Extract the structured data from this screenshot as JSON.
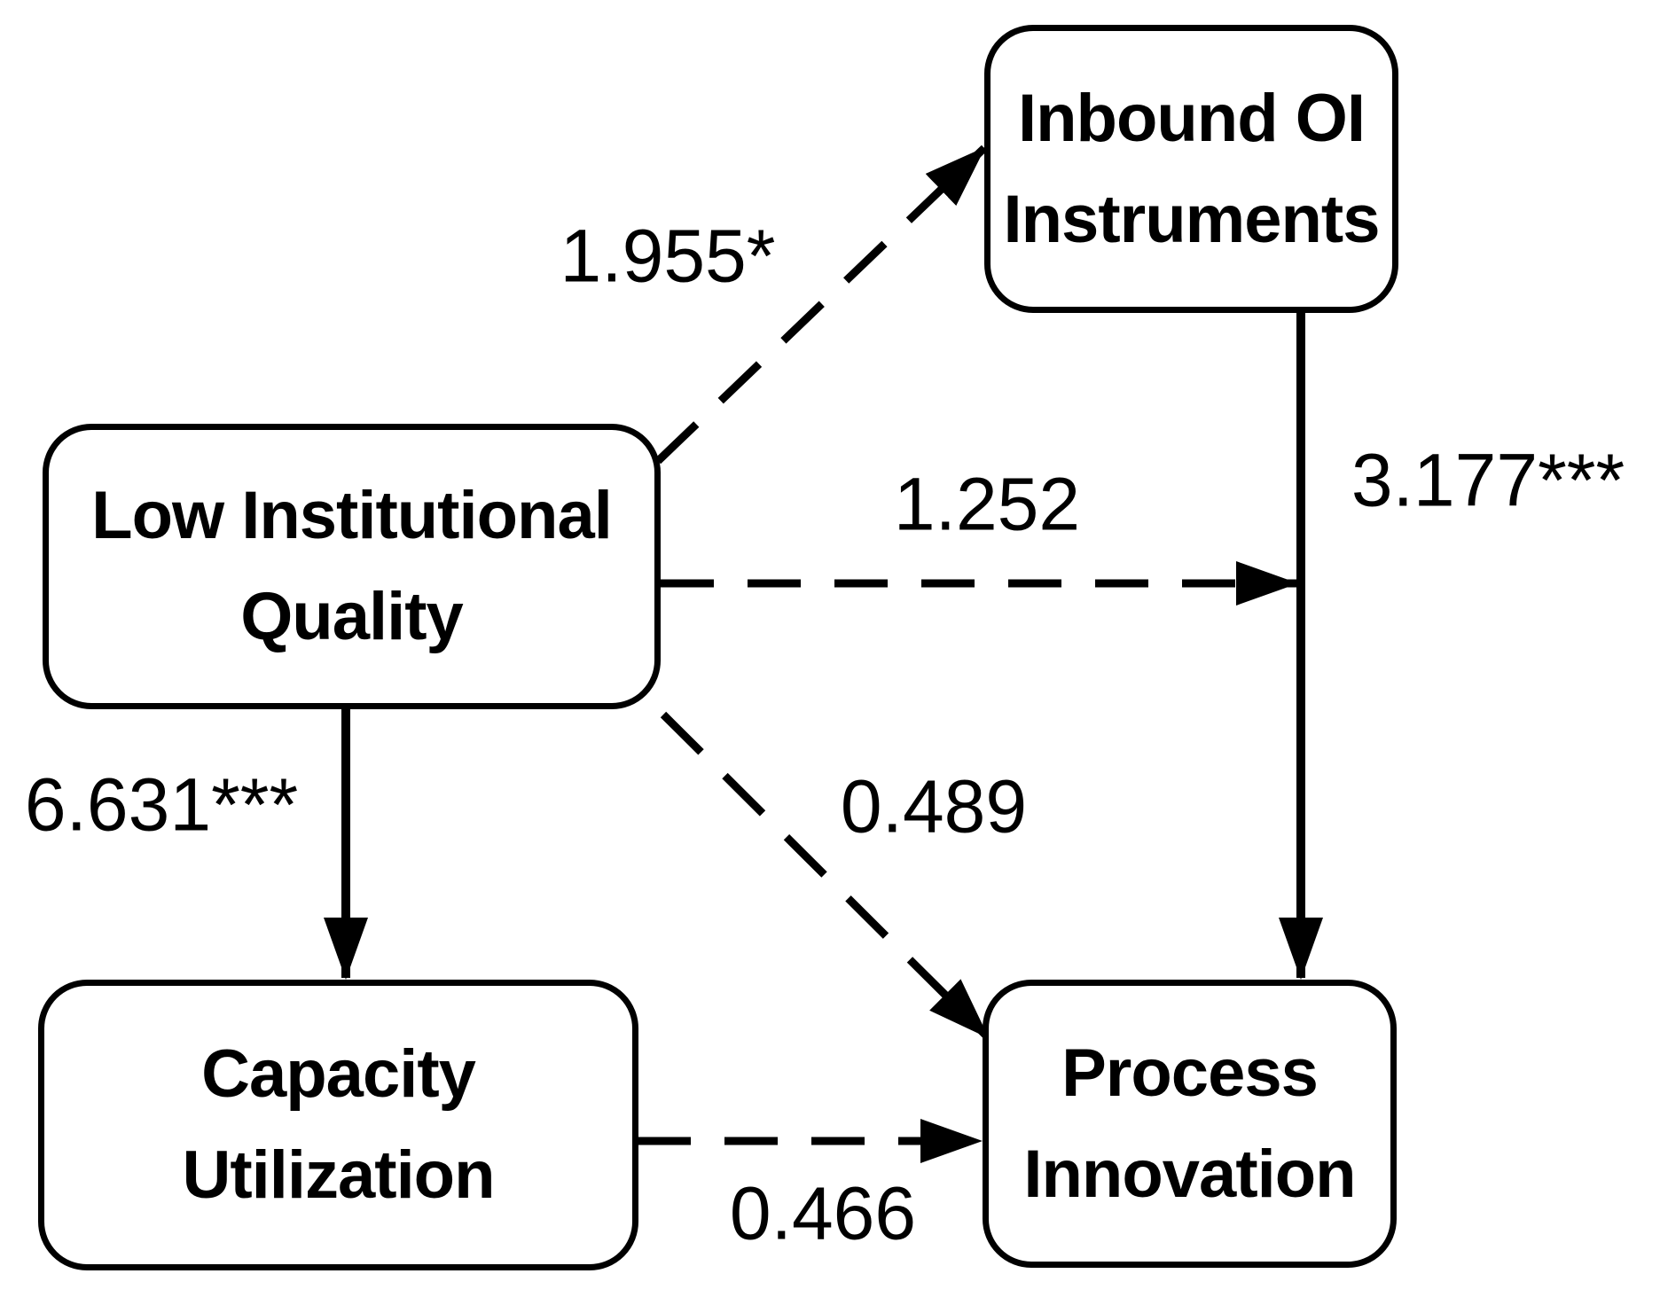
{
  "figure": {
    "type": "path-model-diagram",
    "background_color": "#ffffff",
    "ink_color": "#000000",
    "nodes": {
      "inbound_oi": {
        "line1": "Inbound OI",
        "line2": "Instruments"
      },
      "low_institutional_quality": {
        "line1": "Low Institutional",
        "line2": "Quality"
      },
      "capacity_utilization": {
        "line1": "Capacity",
        "line2": "Utilization"
      },
      "process_innovation": {
        "line1": "Process",
        "line2": "Innovation"
      }
    },
    "edges": {
      "liq_to_inbound_oi": {
        "label": "1.955*",
        "line_style": "dashed"
      },
      "liq_to_inbound_process_path": {
        "label": "1.252",
        "line_style": "dashed"
      },
      "inbound_oi_to_process": {
        "label": "3.177***",
        "line_style": "solid"
      },
      "liq_to_capacity": {
        "label": "6.631***",
        "line_style": "solid"
      },
      "liq_to_process": {
        "label": "0.489",
        "line_style": "dashed"
      },
      "capacity_to_process": {
        "label": "0.466",
        "line_style": "dashed"
      }
    }
  }
}
